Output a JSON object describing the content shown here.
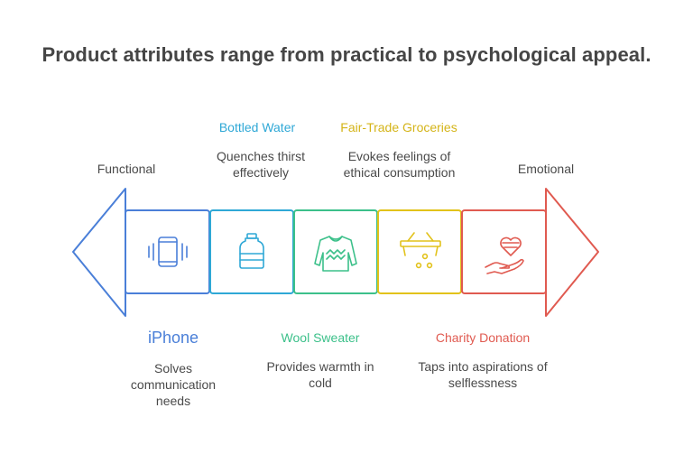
{
  "title": "Product attributes range from practical to psychological appeal.",
  "ends": {
    "left": "Functional",
    "right": "Emotional"
  },
  "items": [
    {
      "name": "iPhone",
      "description": "Solves communication needs",
      "color": "#4a7fd8",
      "icon": "phone-vibrate-icon",
      "position": "bottom"
    },
    {
      "name": "Bottled Water",
      "description": "Quenches thirst effectively",
      "color": "#2fa8d6",
      "icon": "water-bottle-icon",
      "position": "top"
    },
    {
      "name": "Wool Sweater",
      "description": "Provides warmth in cold",
      "color": "#3cc08a",
      "icon": "sweater-icon",
      "position": "bottom"
    },
    {
      "name": "Fair-Trade Groceries",
      "description": "Evokes feelings of ethical consumption",
      "color": "#e2c21a",
      "icon": "basket-icon",
      "position": "top"
    },
    {
      "name": "Charity Donation",
      "description": "Taps into aspirations of selflessness",
      "color": "#e05a50",
      "icon": "heart-hand-icon",
      "position": "bottom"
    }
  ]
}
